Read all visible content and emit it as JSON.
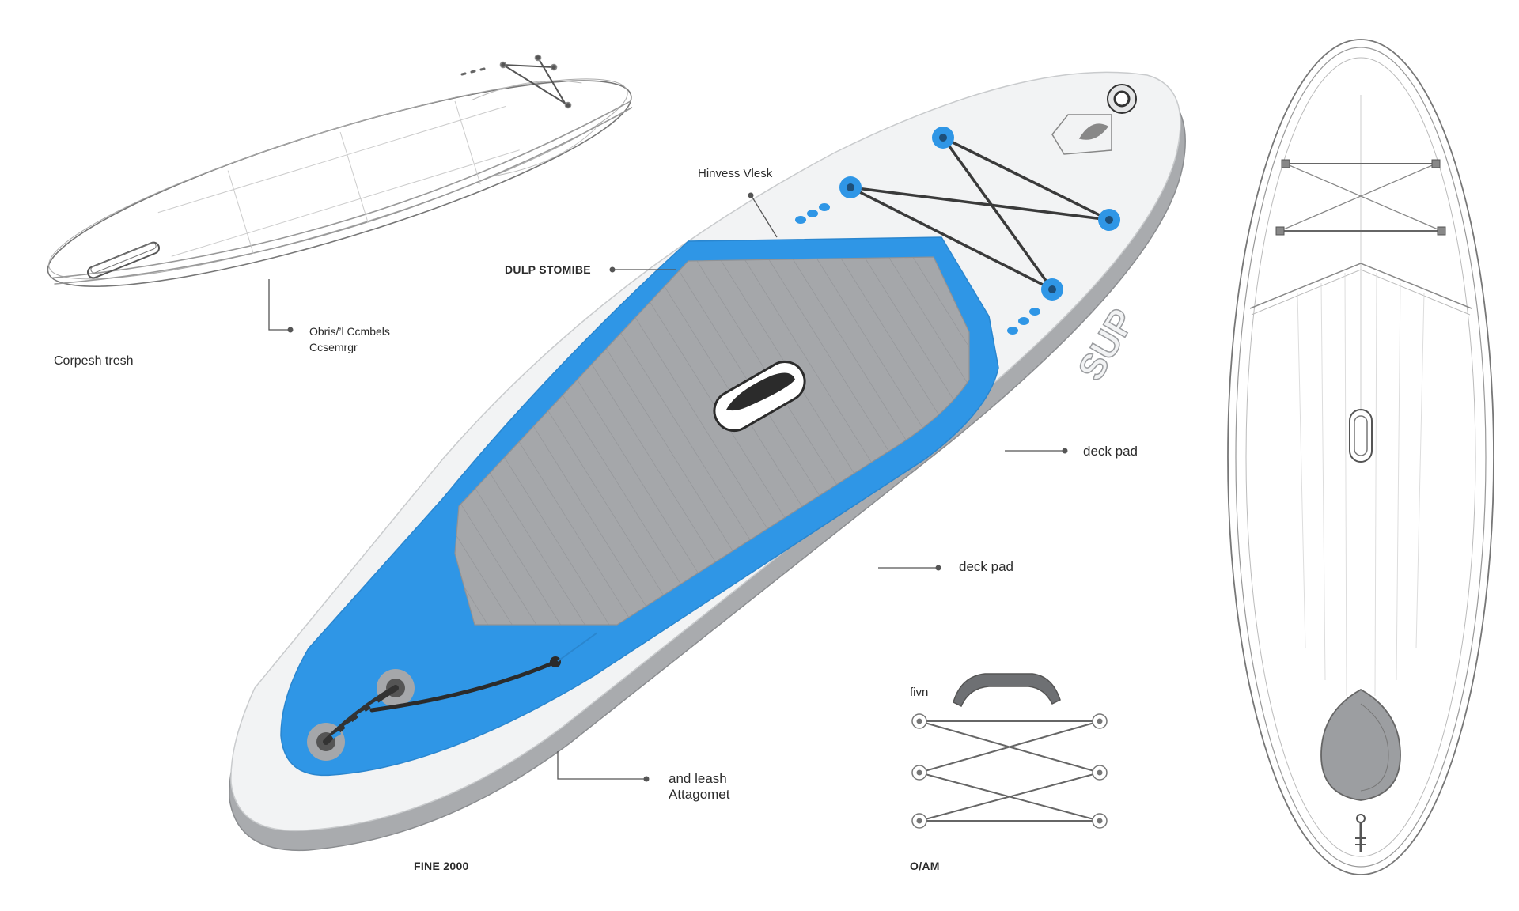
{
  "diagram": {
    "callouts": {
      "top_view_handle": "Hinvess Vlesk",
      "deck_side": "DULP STOMIBE",
      "board_center": [
        "Obris/’l Ccmbels",
        "Ccsemrgr"
      ],
      "rail_upper": "deck pad",
      "rail_lower": "deck pad",
      "tail_leash": [
        "and leash",
        "Attagomet"
      ],
      "fin_detail": "fivn"
    },
    "captions": {
      "left_board": "Corpesh tresh",
      "main_board": "FINE 2000",
      "detail": "O/AM"
    },
    "board_text": "SUP",
    "colors": {
      "deck_blue": "#2f96e6",
      "pad_gray": "#a5a7aa",
      "board_white": "#f2f3f4",
      "rail_gray": "#a9abae",
      "line_gray": "#7d7f82"
    }
  }
}
